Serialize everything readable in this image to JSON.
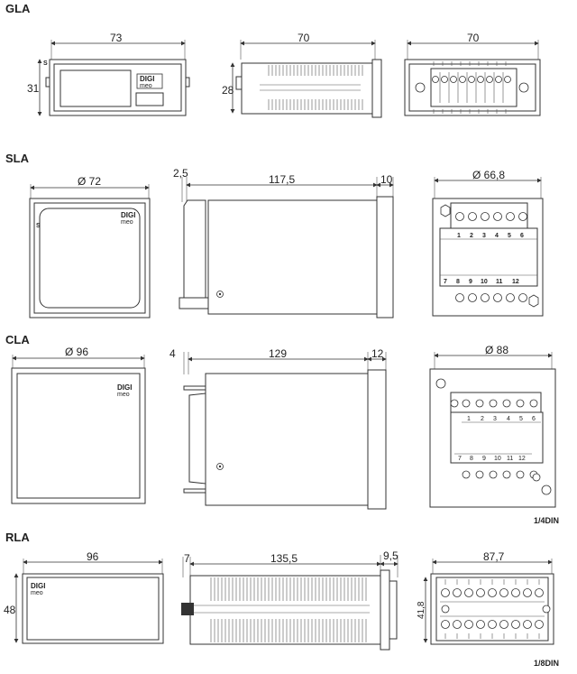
{
  "sections": {
    "gla": "GLA",
    "sla": "SLA",
    "cla": "CLA",
    "rla": "RLA"
  },
  "dims": {
    "gla_front_w": "73",
    "gla_front_h": "31",
    "gla_side_w": "70",
    "gla_side_h": "28",
    "gla_rear_w": "70",
    "sla_front_w": "Ø 72",
    "sla_side_a": "2,5",
    "sla_side_b": "117,5",
    "sla_side_c": "10",
    "sla_rear_w": "Ø 66,8",
    "cla_front_w": "Ø 96",
    "cla_side_a": "4",
    "cla_side_b": "129",
    "cla_side_c": "12",
    "cla_rear_w": "Ø 88",
    "rla_front_w": "96",
    "rla_front_h": "48",
    "rla_side_a": "7",
    "rla_side_b": "135,5",
    "rla_side_c": "9,5",
    "rla_rear_w": "87,7",
    "rla_rear_h": "41,8"
  },
  "logo": {
    "top": "DIGI",
    "bottom": "meo"
  },
  "front_mark": "S",
  "terminals": {
    "top_row": [
      "1",
      "2",
      "3",
      "4",
      "5",
      "6"
    ],
    "bottom_row": [
      "7",
      "8",
      "9",
      "10",
      "11",
      "12"
    ]
  },
  "din": {
    "quarter": "1/4DIN",
    "eighth": "1/8DIN"
  }
}
